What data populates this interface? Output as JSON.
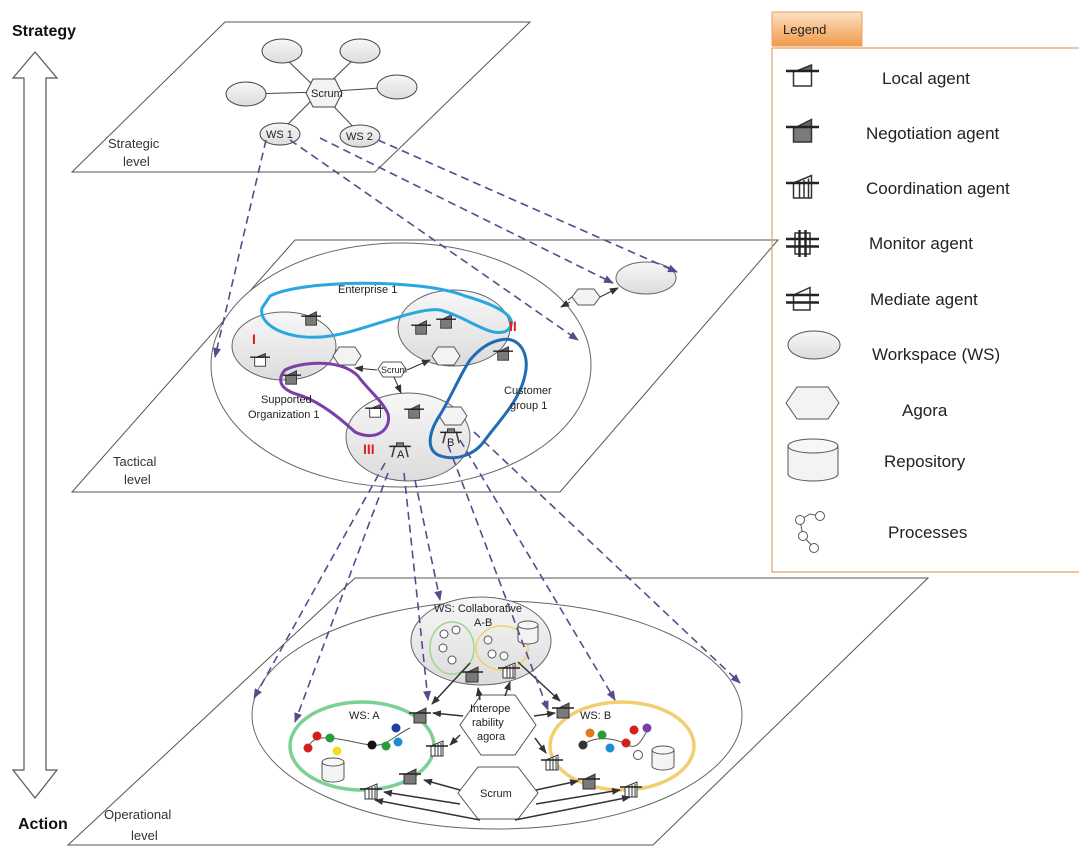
{
  "axis": {
    "top": "Strategy",
    "bottom": "Action"
  },
  "levels": {
    "strategic": {
      "line1": "Strategic",
      "line2": "level"
    },
    "tactical": {
      "line1": "Tactical",
      "line2": "level"
    },
    "operational": {
      "line1": "Operational",
      "line2": "level"
    }
  },
  "strategic": {
    "scrum": "Scrum",
    "ws1": "WS 1",
    "ws2": "WS 2"
  },
  "tactical": {
    "enterprise": "Enterprise 1",
    "customer1": "Customer",
    "customer2": "group 1",
    "supported1": "Supported",
    "supported2": "Organization 1",
    "scrum": "Scrum",
    "roman1": "I",
    "roman2": "II",
    "roman3": "III",
    "a": "A",
    "b": "B"
  },
  "operational": {
    "collab1": "WS: Collaborative",
    "collab2": "A-B",
    "wsa": "WS: A",
    "wsb": "WS: B",
    "agora1": "Interope",
    "agora2": "rability",
    "agora3": "agora",
    "scrum": "Scrum"
  },
  "legend": {
    "title": "Legend",
    "items": [
      {
        "icon": "local-agent",
        "label": "Local agent"
      },
      {
        "icon": "negotiation-agent",
        "label": "Negotiation agent"
      },
      {
        "icon": "coordination-agent",
        "label": "Coordination agent"
      },
      {
        "icon": "monitor-agent",
        "label": "Monitor agent"
      },
      {
        "icon": "mediate-agent",
        "label": "Mediate agent"
      },
      {
        "icon": "workspace",
        "label": "Workspace (WS)"
      },
      {
        "icon": "agora",
        "label": "Agora"
      },
      {
        "icon": "repository",
        "label": "Repository"
      },
      {
        "icon": "processes",
        "label": "Processes"
      }
    ]
  },
  "colors": {
    "dashed_arrow": "#5a4a8c",
    "enterprise_loop": "#29a8e0",
    "customer_loop": "#1f6bb5",
    "supported_loop": "#7a3fa8",
    "wsa_ring": "#7ccf95",
    "wsb_ring": "#f2cf6e",
    "legend_tab": "#f5a85c"
  }
}
